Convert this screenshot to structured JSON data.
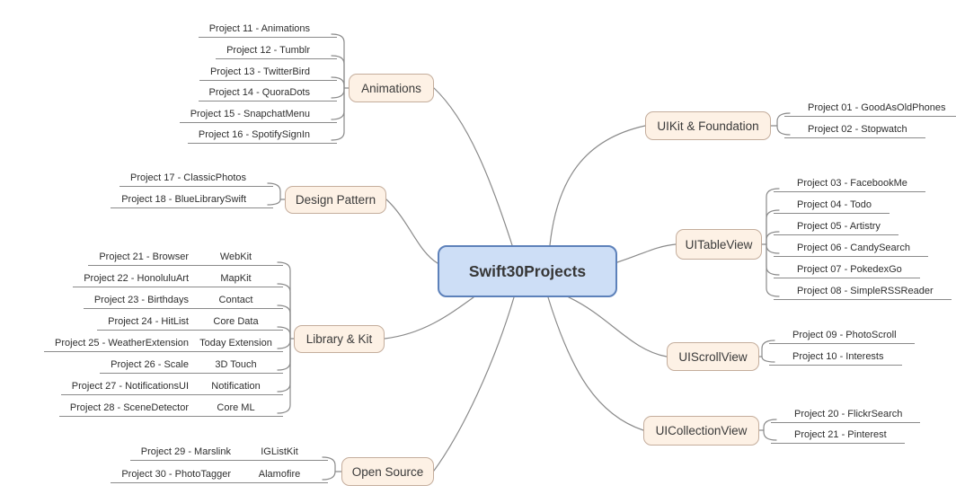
{
  "title": "Swift30Projects",
  "colors": {
    "center_fill": "#cddef6",
    "center_border": "#5d81ba",
    "branch_fill": "#fdf1e5",
    "branch_border": "#c4ad9c",
    "line": "#8a8a8a",
    "text": "#2e2e2e"
  },
  "branches": [
    {
      "label": "UIKit & Foundation",
      "items": [
        {
          "text": "Project 01 - GoodAsOldPhones"
        },
        {
          "text": "Project 02 - Stopwatch"
        }
      ]
    },
    {
      "label": "UITableView",
      "items": [
        {
          "text": "Project 03 - FacebookMe"
        },
        {
          "text": "Project 04 - Todo"
        },
        {
          "text": "Project 05 - Artistry"
        },
        {
          "text": "Project 06 - CandySearch"
        },
        {
          "text": "Project 07 - PokedexGo"
        },
        {
          "text": "Project 08 - SimpleRSSReader"
        }
      ]
    },
    {
      "label": "UIScrollView",
      "items": [
        {
          "text": "Project 09 - PhotoScroll"
        },
        {
          "text": "Project 10 - Interests"
        }
      ]
    },
    {
      "label": "UICollectionView",
      "items": [
        {
          "text": "Project 20 - FlickrSearch"
        },
        {
          "text": "Project  21 - Pinterest"
        }
      ]
    },
    {
      "label": "Animations",
      "items": [
        {
          "text": "Project 11 - Animations"
        },
        {
          "text": "Project 12 - Tumblr"
        },
        {
          "text": "Project 13 - TwitterBird"
        },
        {
          "text": "Project 14 - QuoraDots"
        },
        {
          "text": "Project 15 - SnapchatMenu"
        },
        {
          "text": "Project 16 - SpotifySignIn"
        }
      ]
    },
    {
      "label": "Design Pattern",
      "items": [
        {
          "text": "Project 17 - ClassicPhotos"
        },
        {
          "text": "Project 18 - BlueLibrarySwift"
        }
      ]
    },
    {
      "label": "Library & Kit",
      "items": [
        {
          "text": "Project 21 - Browser",
          "kit": "WebKit"
        },
        {
          "text": "Project 22 - HonoluluArt",
          "kit": "MapKit"
        },
        {
          "text": "Project 23 - Birthdays",
          "kit": "Contact"
        },
        {
          "text": "Project 24 - HitList",
          "kit": "Core Data"
        },
        {
          "text": "Project 25 - WeatherExtension",
          "kit": "Today Extension"
        },
        {
          "text": "Project 26 - Scale",
          "kit": "3D Touch"
        },
        {
          "text": "Project 27 - NotificationsUI",
          "kit": "Notification"
        },
        {
          "text": "Project 28 - SceneDetector",
          "kit": "Core ML"
        }
      ]
    },
    {
      "label": "Open Source",
      "items": [
        {
          "text": "Project 29 - Marslink",
          "kit": "IGListKit"
        },
        {
          "text": "Project 30 - PhotoTagger",
          "kit": "Alamofire"
        }
      ]
    }
  ]
}
